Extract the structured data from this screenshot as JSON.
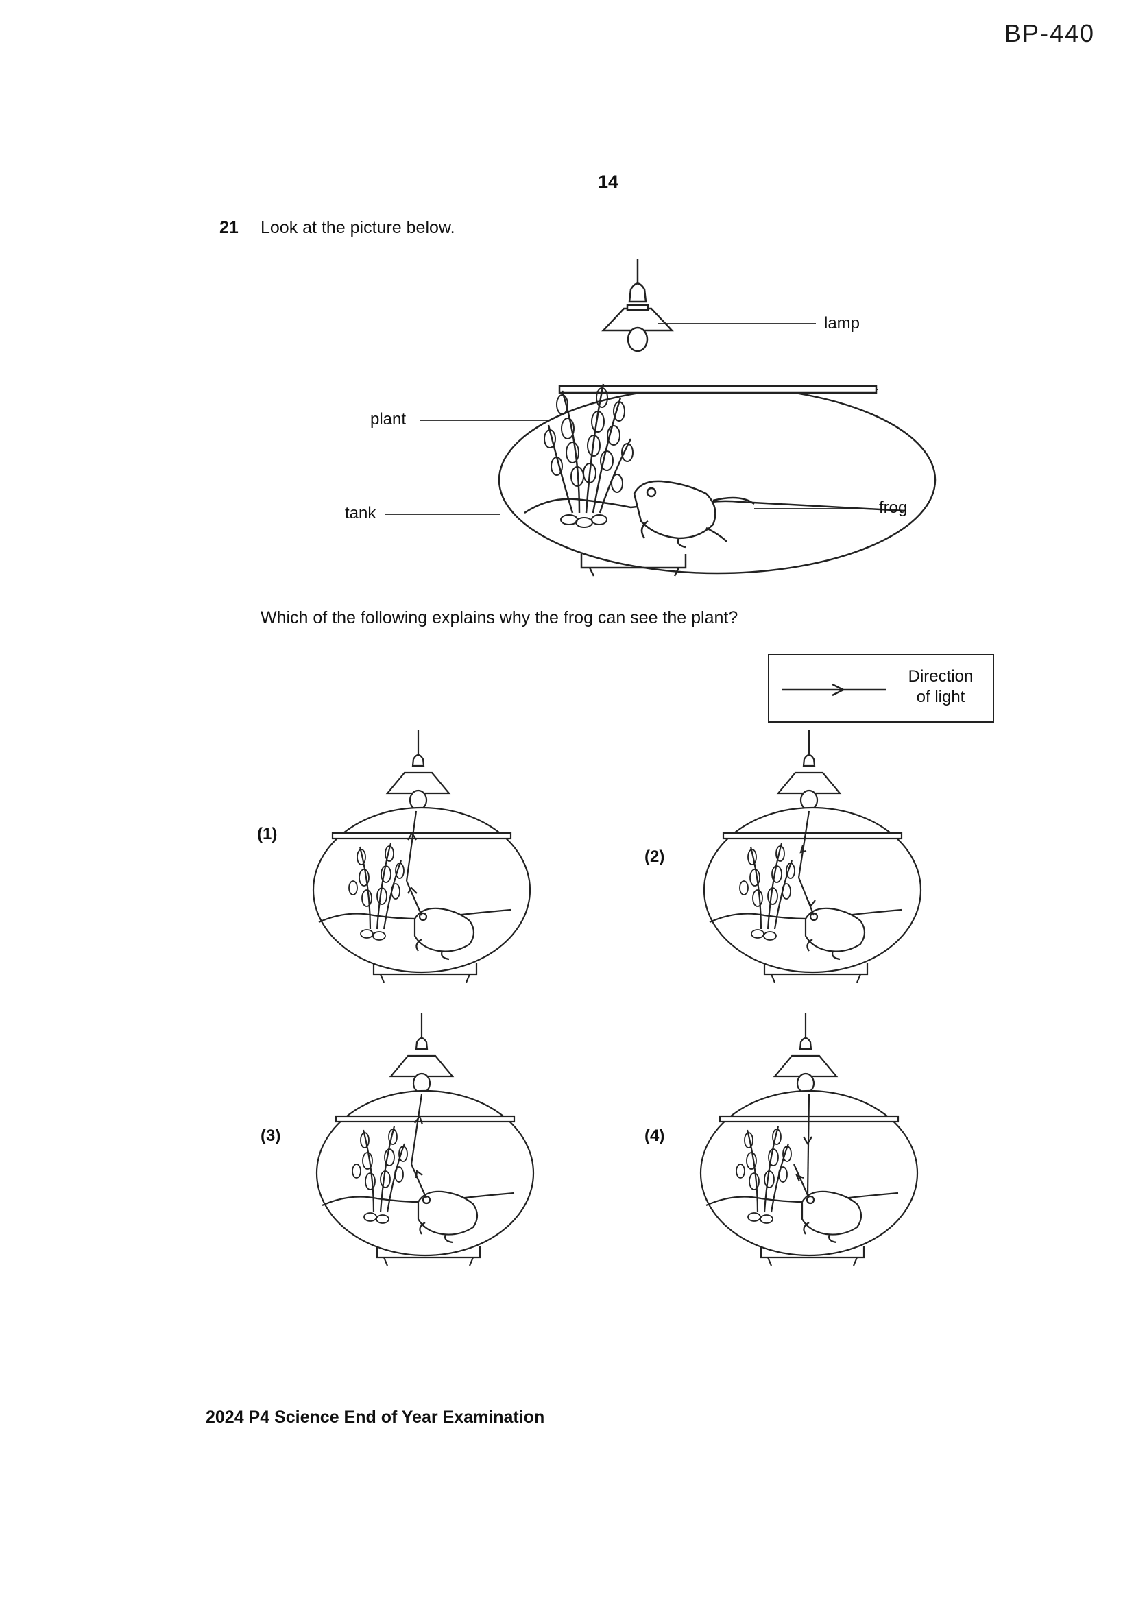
{
  "header": {
    "ref_code": "BP-440",
    "page_number": "14"
  },
  "question": {
    "number": "21",
    "intro": "Look at the picture below.",
    "prompt": "Which of the following explains why the frog can see the plant?"
  },
  "diagram_labels": {
    "lamp": "lamp",
    "plant": "plant",
    "tank": "tank",
    "frog": "frog"
  },
  "legend": {
    "line1": "Direction",
    "line2": "of light"
  },
  "options": [
    {
      "label": "(1)"
    },
    {
      "label": "(2)"
    },
    {
      "label": "(3)"
    },
    {
      "label": "(4)"
    }
  ],
  "footer": {
    "text": "2024 P4 Science End of Year Examination"
  }
}
